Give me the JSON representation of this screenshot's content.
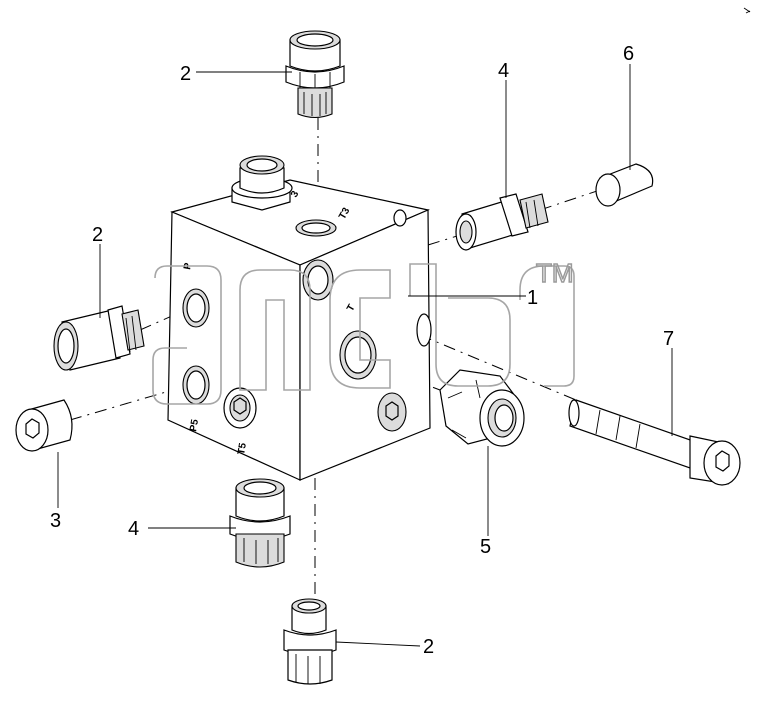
{
  "callouts": {
    "c1": "1",
    "c2_top": "2",
    "c2_left": "2",
    "c2_bottom": "2",
    "c3": "3",
    "c4_top": "4",
    "c4_bottom": "4",
    "c5": "5",
    "c6": "6",
    "c7": "7"
  },
  "ports": {
    "p": "P",
    "p5": "P5",
    "t5": "T5",
    "t3": "T3",
    "t": "T",
    "three": "3"
  },
  "watermark": {
    "tm": "TM"
  }
}
